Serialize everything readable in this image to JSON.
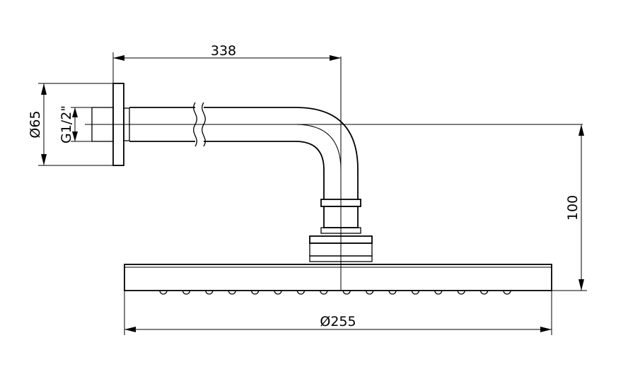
{
  "dimensions": {
    "arm_length": "338",
    "flange_diameter": "Ø65",
    "thread": "G1/2\"",
    "drop_height": "100",
    "head_diameter": "Ø255"
  },
  "nozzle_count": 16
}
